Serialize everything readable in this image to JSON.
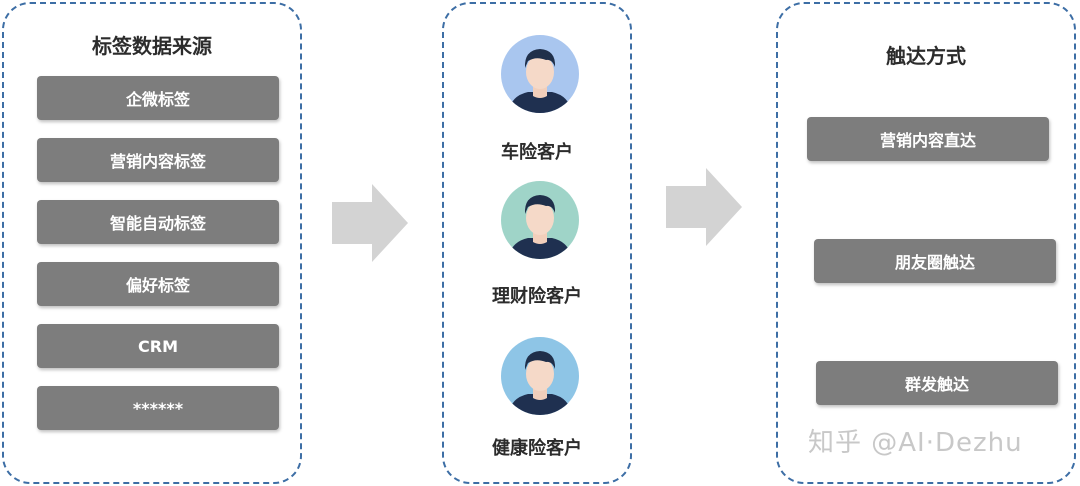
{
  "sources": {
    "title": "标签数据来源",
    "items": [
      "企微标签",
      "营销内容标签",
      "智能自动标签",
      "偏好标签",
      "CRM",
      "******"
    ]
  },
  "customers": {
    "items": [
      {
        "label": "车险客户",
        "bg_color": "#a9c6ef"
      },
      {
        "label": "理财险客户",
        "bg_color": "#9fd4c8"
      },
      {
        "label": "健康险客户",
        "bg_color": "#8ec5e6"
      }
    ]
  },
  "channels": {
    "title": "触达方式",
    "items": [
      "营销内容直达",
      "朋友圈触达",
      "群发触达"
    ]
  },
  "watermark": "知乎 @AI·Dezhu",
  "colors": {
    "border": "#3d6ea5",
    "button_bg": "#7d7d7d",
    "arrow": "#d3d3d3",
    "hair": "#1f2f4a",
    "skin": "#f5d9c8",
    "shirt": "#1f3050"
  }
}
